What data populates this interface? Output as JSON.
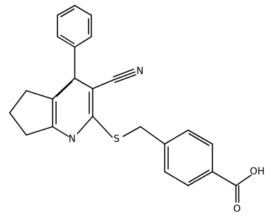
{
  "structure": {
    "atom_labels": {
      "nitrile_n": "N",
      "ring_n": "N",
      "sulfur": "S",
      "carboxyl_oh": "OH",
      "carbonyl_o": "O"
    }
  }
}
